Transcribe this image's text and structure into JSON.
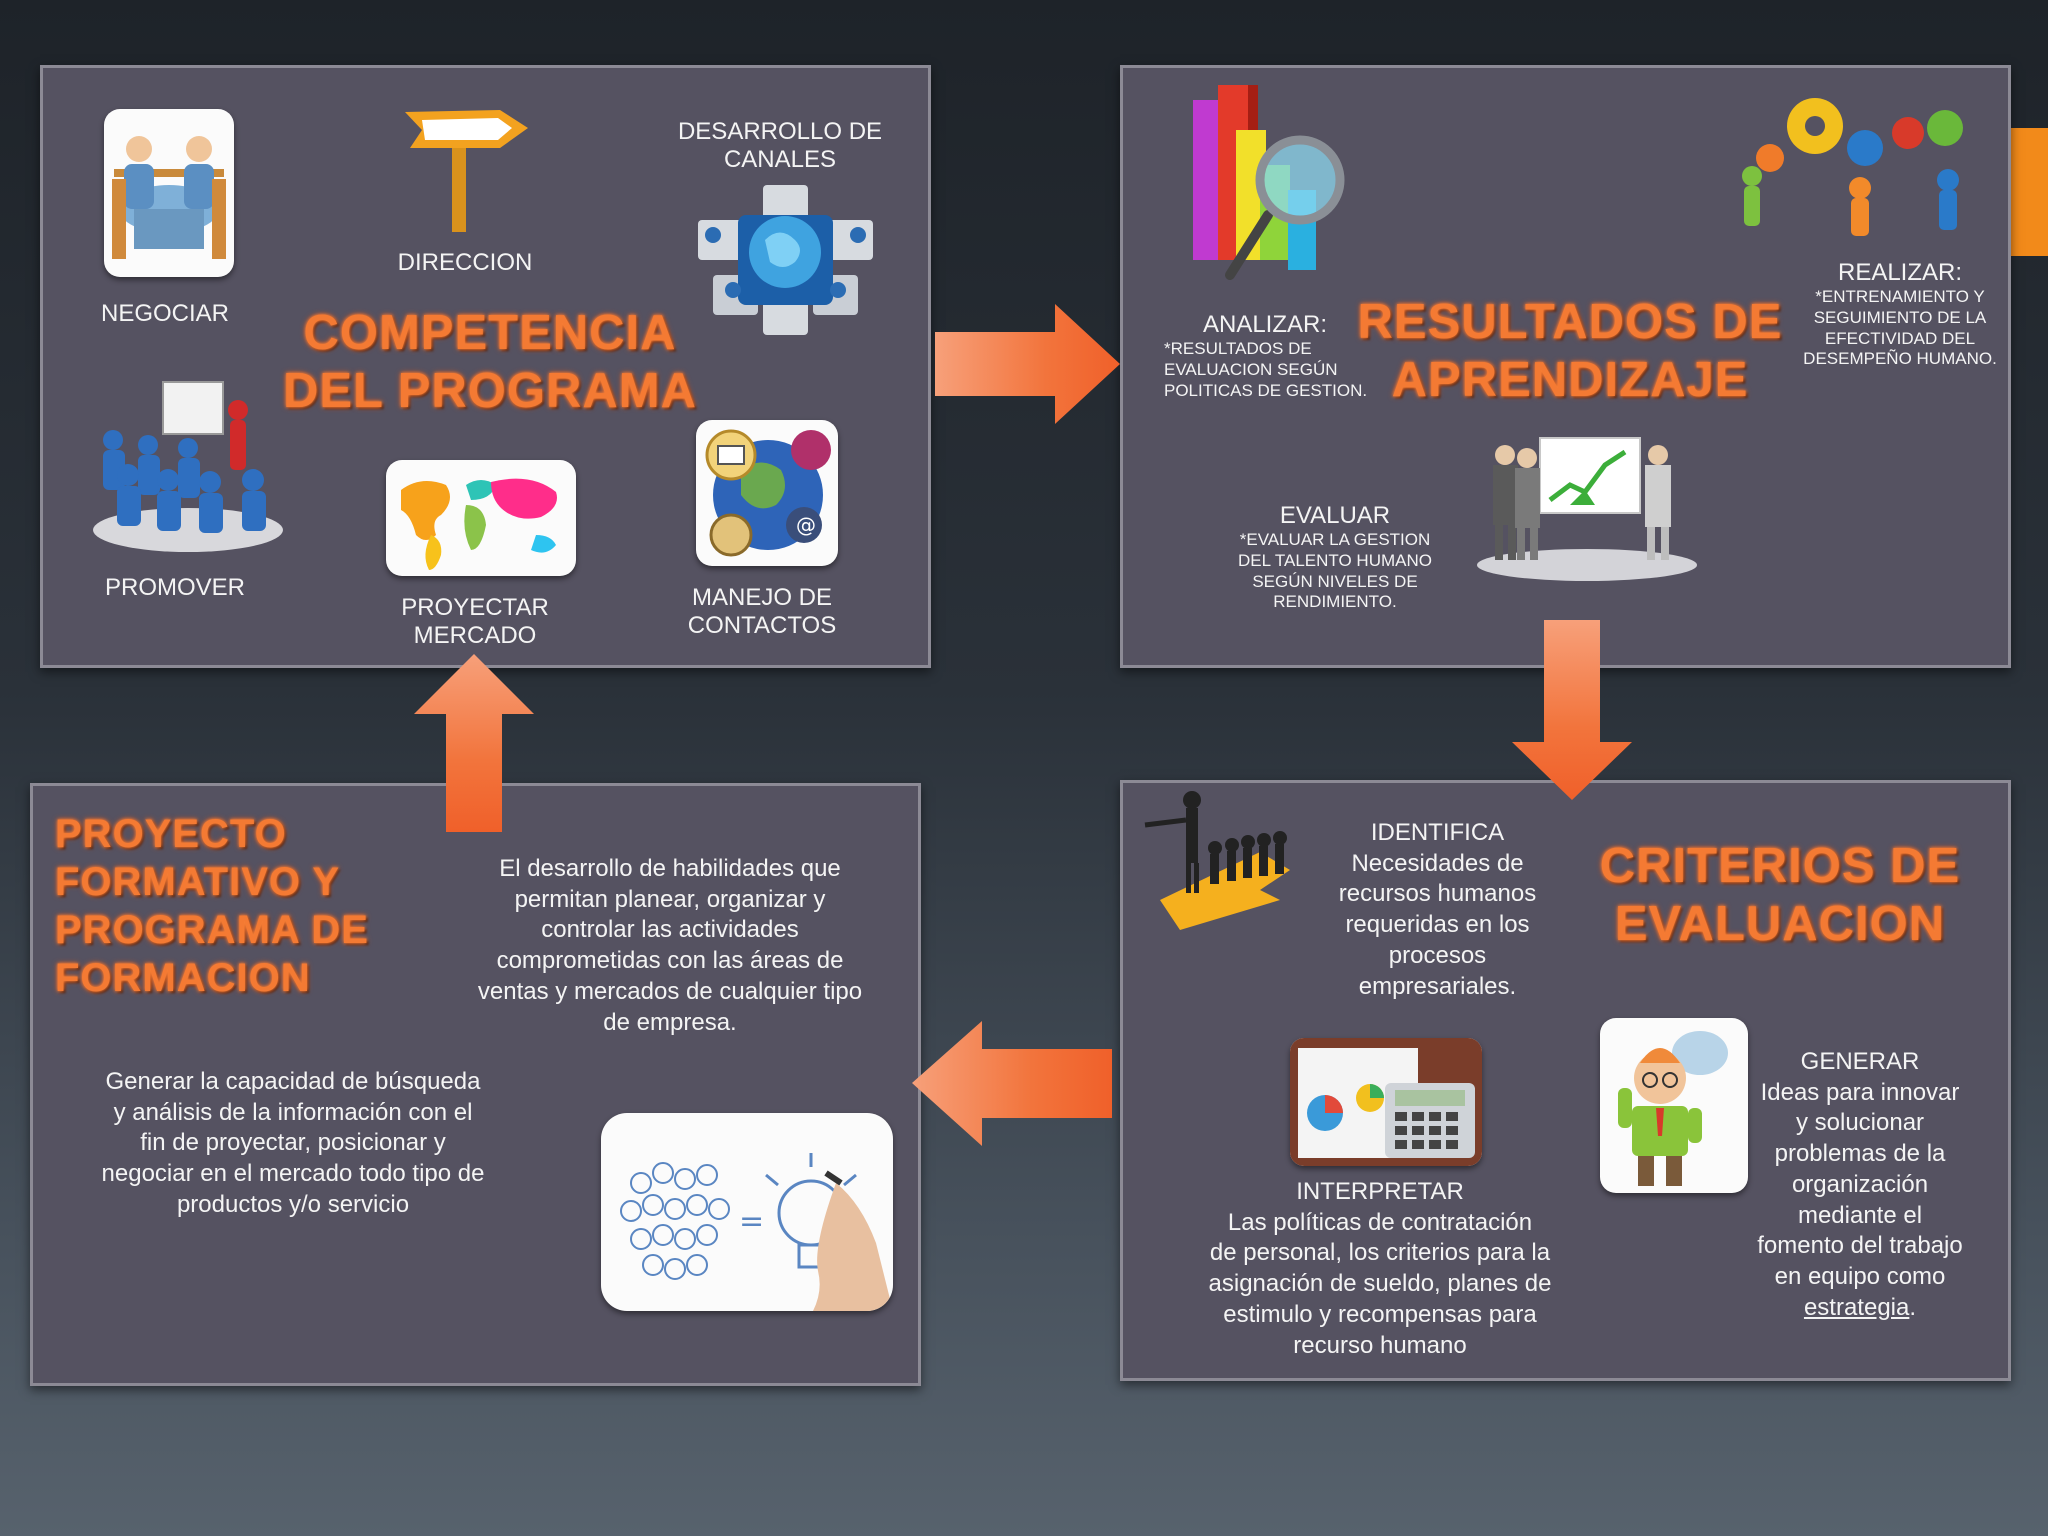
{
  "panels": {
    "competencia": {
      "title_lines": [
        "COMPETENCIA",
        "DEL PROGRAMA"
      ],
      "labels": {
        "negociar": "NEGOCIAR",
        "direccion": "DIRECCION",
        "desarrollo_line1": "DESARROLLO DE",
        "desarrollo_line2": "CANALES",
        "promover": "PROMOVER",
        "proyectar_line1": "PROYECTAR",
        "proyectar_line2": "MERCADO",
        "manejo_line1": "MANEJO DE",
        "manejo_line2": "CONTACTOS"
      }
    },
    "resultados": {
      "title_lines": [
        "RESULTADOS DE",
        "APRENDIZAJE"
      ],
      "analizar": {
        "label": "ANALIZAR:",
        "lines": [
          "*RESULTADOS DE",
          "EVALUACION SEGÚN",
          "POLITICAS DE GESTION."
        ]
      },
      "realizar": {
        "label": "REALIZAR:",
        "lines": [
          "*ENTRENAMIENTO  Y",
          "SEGUIMIENTO DE LA",
          "EFECTIVIDAD DEL",
          "DESEMPEÑO HUMANO."
        ]
      },
      "evaluar": {
        "label": "EVALUAR",
        "lines": [
          "*EVALUAR LA GESTION",
          "DEL TALENTO HUMANO",
          "SEGÚN NIVELES DE",
          "RENDIMIENTO."
        ]
      }
    },
    "criterios": {
      "title_lines": [
        "CRITERIOS DE",
        "EVALUACION"
      ],
      "identifica": {
        "label": "IDENTIFICA",
        "lines": [
          "Necesidades de",
          "recursos humanos",
          "requeridas en los",
          "procesos",
          "empresariales."
        ]
      },
      "interpretar": {
        "label": "INTERPRETAR",
        "lines": [
          "Las políticas de contratación",
          "de personal, los criterios para la",
          "asignación de sueldo, planes de",
          "estimulo y recompensas para",
          "recurso humano"
        ]
      },
      "generar": {
        "label": "GENERAR",
        "lines": [
          "Ideas para innovar",
          "y solucionar",
          "problemas de la",
          "organización",
          "mediante el",
          "fomento del trabajo",
          "en equipo como"
        ],
        "link": "estrategia",
        "after_link": "."
      }
    },
    "proyecto": {
      "title_lines": [
        "PROYECTO",
        "FORMATIVO Y",
        "PROGRAMA DE",
        "FORMACION"
      ],
      "paragraph1": [
        "El desarrollo de habilidades que",
        "permitan planear, organizar y",
        "controlar las actividades",
        "comprometidas con las áreas de",
        "ventas y mercados de cualquier tipo",
        "de empresa."
      ],
      "paragraph2": [
        "Generar la capacidad de búsqueda",
        "y análisis de la información con el",
        "fin de proyectar, posicionar y",
        "negociar en el mercado todo tipo de",
        "productos y/o servicio"
      ],
      "equals_sign": "="
    }
  },
  "colors": {
    "panel": "#555261",
    "title_orange": "#f47a33",
    "arrow_orange": "#f0703a",
    "background": "#2a3139"
  },
  "icons": [
    "meeting-icon",
    "signpost-icon",
    "globe-puzzle-icon",
    "presentation-icon",
    "world-map-icon",
    "contacts-globe-icon",
    "bar-chart-magnifier-icon",
    "gears-team-icon",
    "business-chart-icon",
    "leader-arrow-icon",
    "calculator-report-icon",
    "thinking-man-icon",
    "lightbulbs-icon"
  ]
}
